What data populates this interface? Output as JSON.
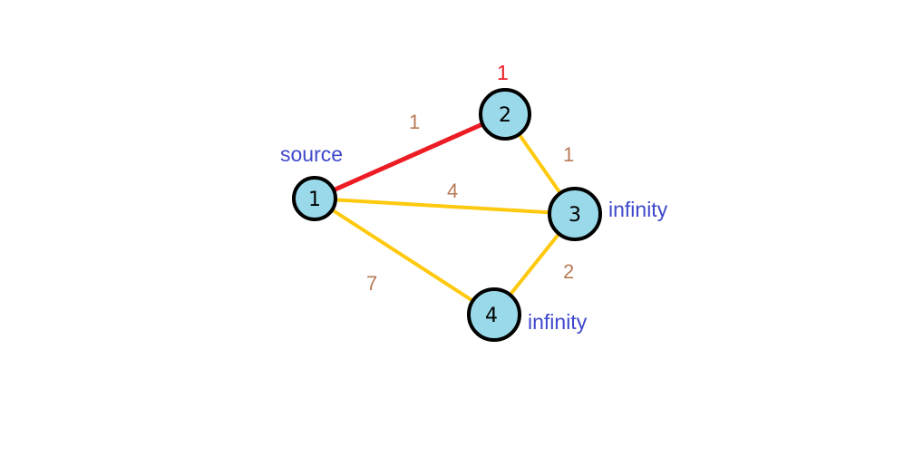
{
  "colors": {
    "background": "#ffffff",
    "node_fill": "#99d9ea",
    "node_stroke": "#000000",
    "edge_default": "#ffc90e",
    "edge_highlight": "#ed1c24",
    "weight_text": "#b97a57",
    "annotation_text": "#3f48cc",
    "distance_highlight": "#ed1c24"
  },
  "nodes": [
    {
      "id": "1",
      "label": "1"
    },
    {
      "id": "2",
      "label": "2"
    },
    {
      "id": "3",
      "label": "3"
    },
    {
      "id": "4",
      "label": "4"
    }
  ],
  "edges": [
    {
      "from": "1",
      "to": "2",
      "weight": "1",
      "highlighted": true
    },
    {
      "from": "2",
      "to": "3",
      "weight": "1",
      "highlighted": false
    },
    {
      "from": "1",
      "to": "3",
      "weight": "4",
      "highlighted": false
    },
    {
      "from": "1",
      "to": "4",
      "weight": "7",
      "highlighted": false
    },
    {
      "from": "3",
      "to": "4",
      "weight": "2",
      "highlighted": false
    }
  ],
  "annotations": {
    "node1": "source",
    "node2": "1",
    "node3": "infinity",
    "node4": "infinity"
  }
}
